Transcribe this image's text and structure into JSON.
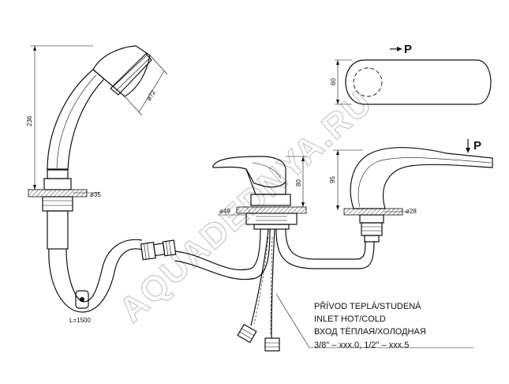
{
  "watermark": "AQUADEDNYA.RU",
  "dimensions": {
    "handshower_height": "236",
    "shower_head_dia": "ø72",
    "base_dia_left": "ø35",
    "base_dia_mid": "ø49",
    "base_dia_right": "ø28",
    "mixer_height": "80",
    "spout_height": "95",
    "top_view_width": "60",
    "hose_length": "L=1500"
  },
  "arrows": {
    "top_label": "P",
    "right_label": "P"
  },
  "notes": [
    "PŘÍVOD TEPLÁ/STUDENÁ",
    "INLET HOT/COLD",
    "ВХОД ТЁПЛАЯ/ХОЛОДНАЯ",
    "3/8\" – xxx.0, 1/2\" – xxx.5"
  ],
  "colors": {
    "line": "#111111",
    "watermark": "#c8c8c8",
    "background": "#ffffff"
  }
}
